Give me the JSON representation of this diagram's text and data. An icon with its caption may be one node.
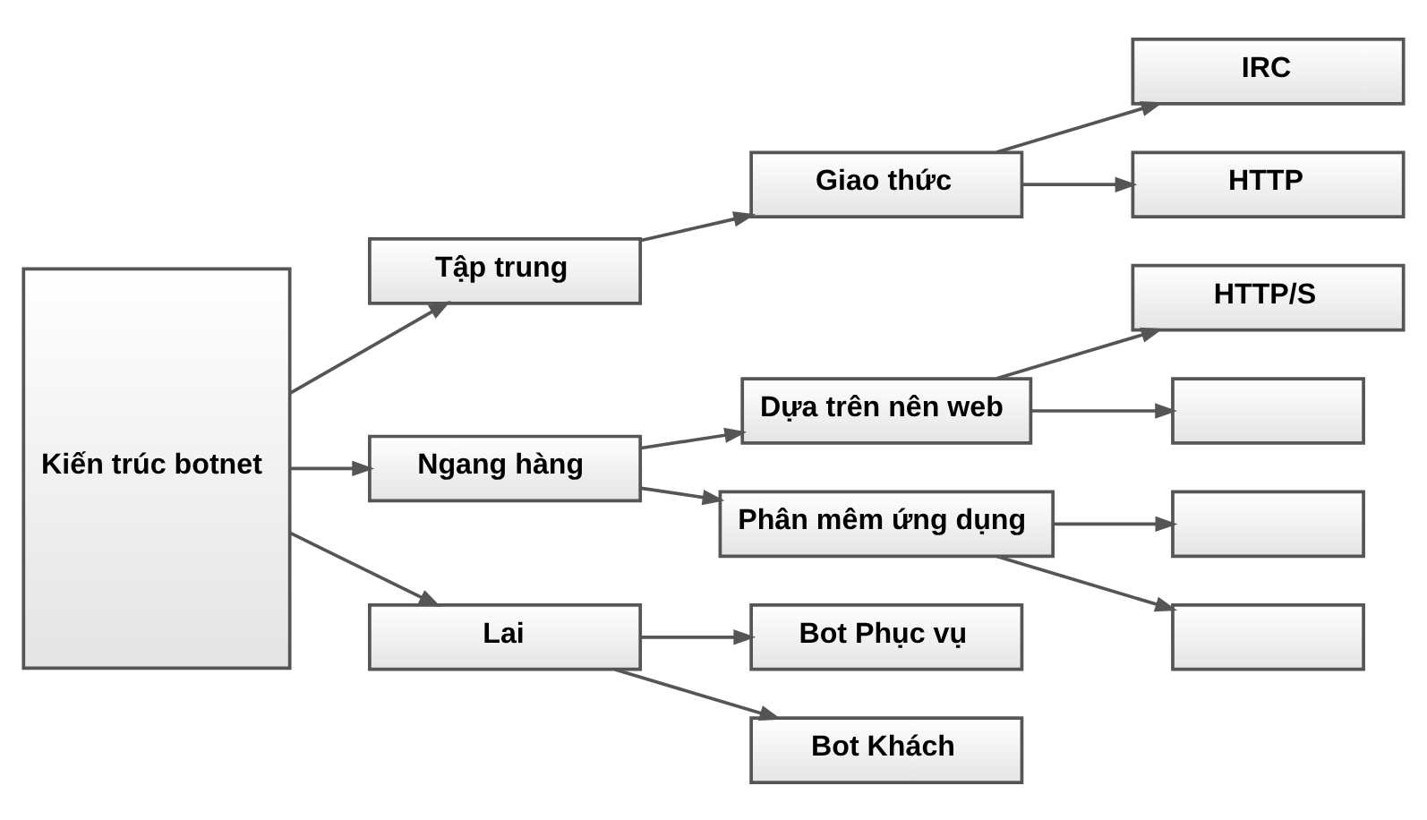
{
  "diagram": {
    "nodes": [
      {
        "text": [
          "Kiến trúc botnet"
        ]
      },
      {
        "text": [
          "Tập trung"
        ]
      },
      {
        "text": [
          "Ngang hàng"
        ]
      },
      {
        "text": [
          "Lai"
        ]
      },
      {
        "text": [
          "Giao thức"
        ]
      },
      {
        "text": [
          "IRC"
        ]
      },
      {
        "text": [
          "HTTP"
        ]
      },
      {
        "text": [
          "Dựa trên nên web"
        ]
      },
      {
        "text": [
          "HTTP/S"
        ]
      },
      {
        "text": [],
        "shape": "box"
      },
      {
        "text": [
          "Phân mêm ứng dụng"
        ]
      },
      {
        "text": [],
        "shape": "box"
      },
      {
        "text": [],
        "shape": "box"
      },
      {
        "text": [
          "Bot Phục vụ"
        ]
      },
      {
        "text": [
          "Bot Khách"
        ]
      }
    ],
    "edges": [
      {
        "from": 0,
        "to": 1,
        "arrow": "to"
      },
      {
        "from": 0,
        "to": 2,
        "arrow": "to"
      },
      {
        "from": 0,
        "to": 3,
        "arrow": "to"
      },
      {
        "from": 1,
        "to": 4,
        "arrow": "to"
      },
      {
        "from": 4,
        "to": 5,
        "arrow": "to"
      },
      {
        "from": 4,
        "to": 6,
        "arrow": "to"
      },
      {
        "from": 2,
        "to": 7,
        "arrow": "to"
      },
      {
        "from": 2,
        "to": 10,
        "arrow": "to"
      },
      {
        "from": 7,
        "to": 8,
        "arrow": "to"
      },
      {
        "from": 7,
        "to": 9,
        "arrow": "to"
      },
      {
        "from": 10,
        "to": 11,
        "arrow": "to"
      },
      {
        "from": 10,
        "to": 12,
        "arrow": "to"
      },
      {
        "from": 3,
        "to": 13,
        "arrow": "to"
      },
      {
        "from": 3,
        "to": 14,
        "arrow": "to"
      }
    ]
  }
}
